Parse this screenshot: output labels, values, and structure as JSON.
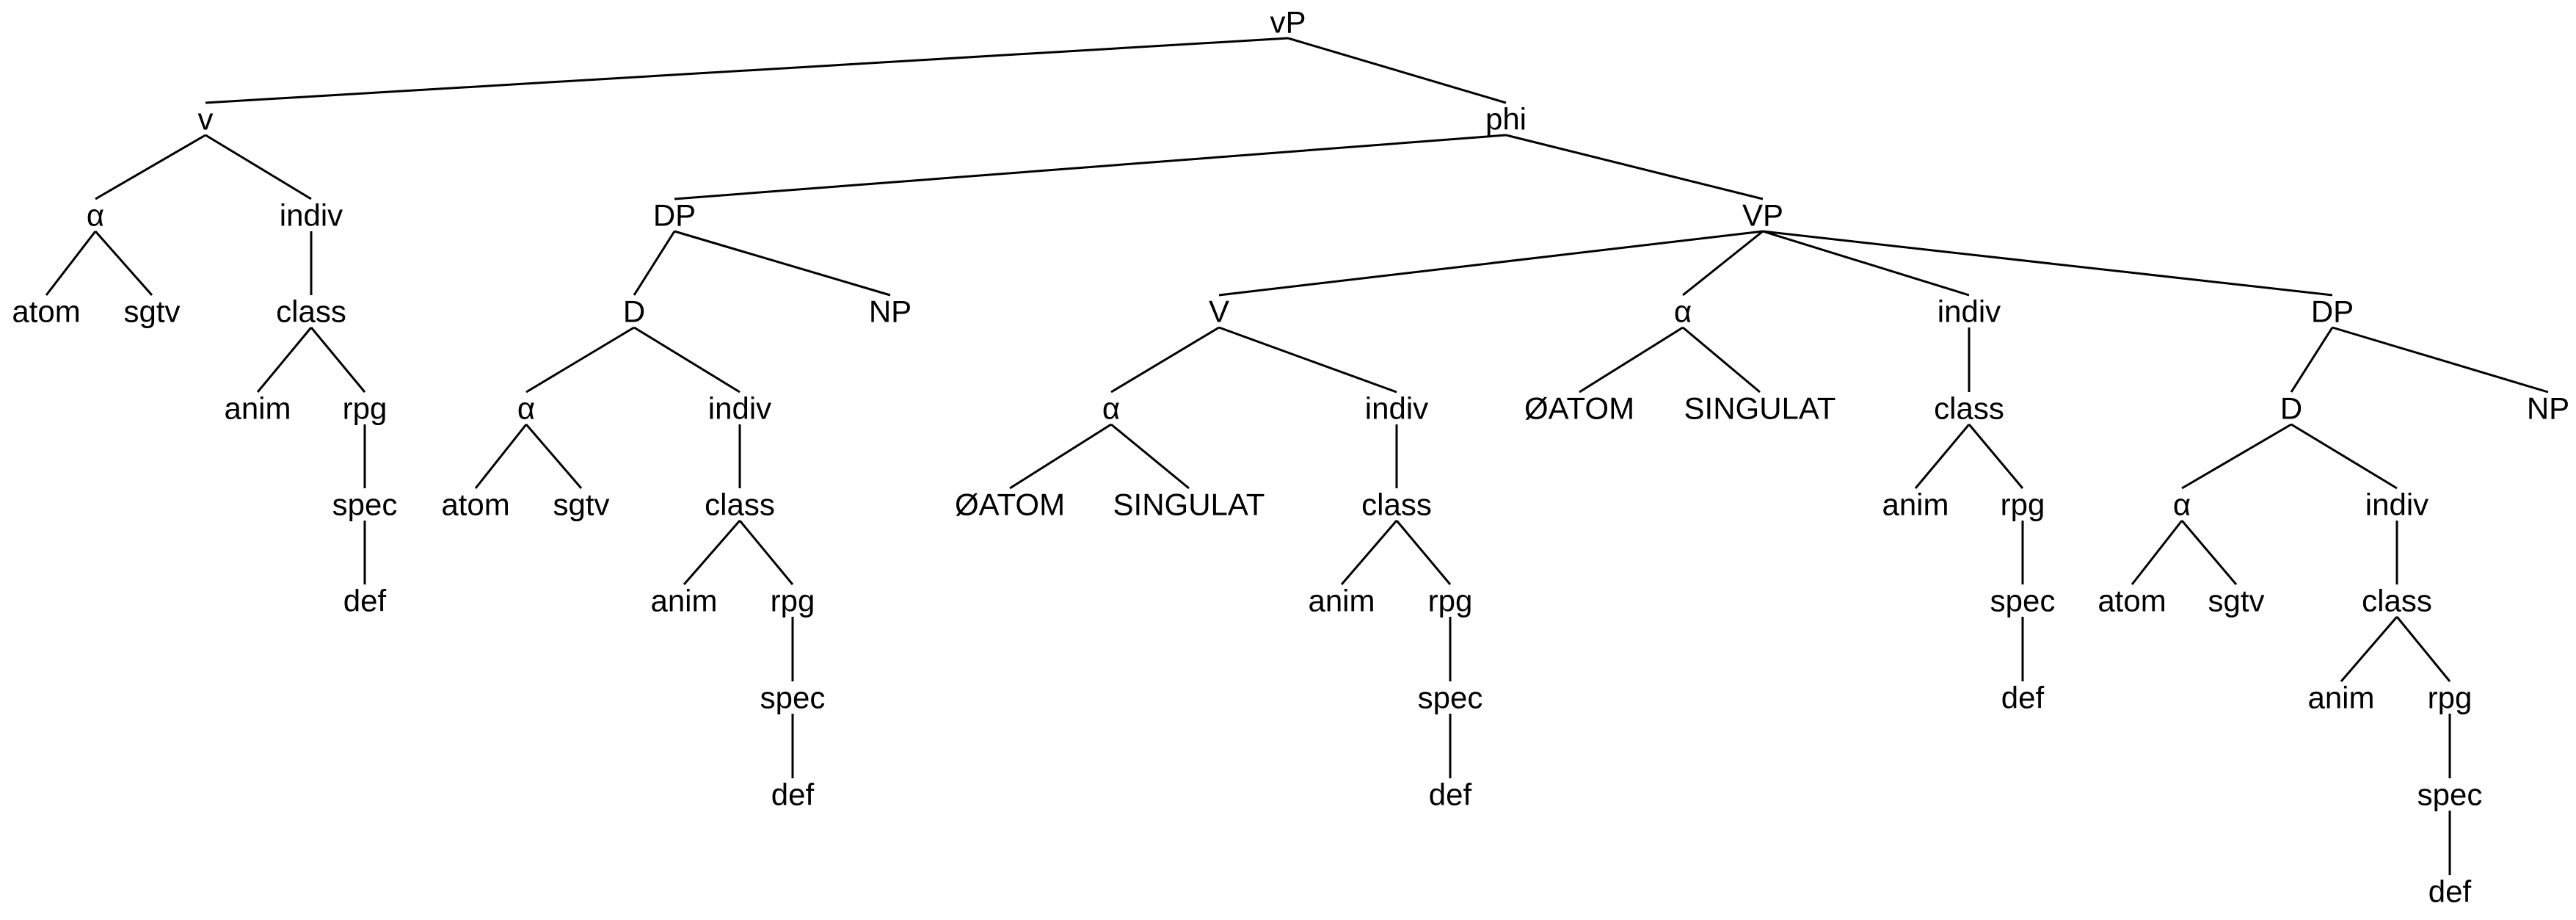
{
  "diagram": {
    "type": "syntax-tree",
    "colors": {
      "line": "#000000",
      "text": "#000000",
      "background": "#ffffff"
    },
    "tree": {
      "id": "vP",
      "label": "vP",
      "children": [
        {
          "id": "v",
          "label": "v",
          "children": [
            {
              "id": "v-alpha",
              "label": "α",
              "children": [
                {
                  "id": "v-alpha-atom",
                  "label": "atom",
                  "children": []
                },
                {
                  "id": "v-alpha-sgtv",
                  "label": "sgtv",
                  "children": []
                }
              ]
            },
            {
              "id": "v-indiv",
              "label": "indiv",
              "children": [
                {
                  "id": "v-class",
                  "label": "class",
                  "children": [
                    {
                      "id": "v-anim",
                      "label": "anim",
                      "children": []
                    },
                    {
                      "id": "v-rpg",
                      "label": "rpg",
                      "children": [
                        {
                          "id": "v-spec",
                          "label": "spec",
                          "children": [
                            {
                              "id": "v-def",
                              "label": "def",
                              "children": []
                            }
                          ]
                        }
                      ]
                    }
                  ]
                }
              ]
            }
          ]
        },
        {
          "id": "phi",
          "label": "phi",
          "children": [
            {
              "id": "dp1",
              "label": "DP",
              "children": [
                {
                  "id": "dp1-D",
                  "label": "D",
                  "children": [
                    {
                      "id": "dp1-alpha",
                      "label": "α",
                      "children": [
                        {
                          "id": "dp1-atom",
                          "label": "atom",
                          "children": []
                        },
                        {
                          "id": "dp1-sgtv",
                          "label": "sgtv",
                          "children": []
                        }
                      ]
                    },
                    {
                      "id": "dp1-indiv",
                      "label": "indiv",
                      "children": [
                        {
                          "id": "dp1-class",
                          "label": "class",
                          "children": [
                            {
                              "id": "dp1-anim",
                              "label": "anim",
                              "children": []
                            },
                            {
                              "id": "dp1-rpg",
                              "label": "rpg",
                              "children": [
                                {
                                  "id": "dp1-spec",
                                  "label": "spec",
                                  "children": [
                                    {
                                      "id": "dp1-def",
                                      "label": "def",
                                      "children": []
                                    }
                                  ]
                                }
                              ]
                            }
                          ]
                        }
                      ]
                    }
                  ]
                },
                {
                  "id": "dp1-NP",
                  "label": "NP",
                  "children": []
                }
              ]
            },
            {
              "id": "VP",
              "label": "VP",
              "children": [
                {
                  "id": "V",
                  "label": "V",
                  "children": [
                    {
                      "id": "V-alpha",
                      "label": "α",
                      "children": [
                        {
                          "id": "V-oatom",
                          "label": "ØATOM",
                          "children": []
                        },
                        {
                          "id": "V-singulat",
                          "label": "SINGULAT",
                          "children": []
                        }
                      ]
                    },
                    {
                      "id": "V-indiv",
                      "label": "indiv",
                      "children": [
                        {
                          "id": "V-class",
                          "label": "class",
                          "children": [
                            {
                              "id": "V-anim",
                              "label": "anim",
                              "children": []
                            },
                            {
                              "id": "V-rpg",
                              "label": "rpg",
                              "children": [
                                {
                                  "id": "V-spec",
                                  "label": "spec",
                                  "children": [
                                    {
                                      "id": "V-def",
                                      "label": "def",
                                      "children": []
                                    }
                                  ]
                                }
                              ]
                            }
                          ]
                        }
                      ]
                    }
                  ]
                },
                {
                  "id": "VP-alpha",
                  "label": "α",
                  "children": [
                    {
                      "id": "VP-oatom",
                      "label": "ØATOM",
                      "children": []
                    },
                    {
                      "id": "VP-singulat",
                      "label": "SINGULAT",
                      "children": []
                    }
                  ]
                },
                {
                  "id": "VP-indiv",
                  "label": "indiv",
                  "children": [
                    {
                      "id": "VP-class",
                      "label": "class",
                      "children": [
                        {
                          "id": "VP-anim",
                          "label": "anim",
                          "children": []
                        },
                        {
                          "id": "VP-rpg",
                          "label": "rpg",
                          "children": [
                            {
                              "id": "VP-spec",
                              "label": "spec",
                              "children": [
                                {
                                  "id": "VP-def",
                                  "label": "def",
                                  "children": []
                                }
                              ]
                            }
                          ]
                        }
                      ]
                    }
                  ]
                },
                {
                  "id": "dp2",
                  "label": "DP",
                  "children": [
                    {
                      "id": "dp2-D",
                      "label": "D",
                      "children": [
                        {
                          "id": "dp2-alpha",
                          "label": "α",
                          "children": [
                            {
                              "id": "dp2-atom",
                              "label": "atom",
                              "children": []
                            },
                            {
                              "id": "dp2-sgtv",
                              "label": "sgtv",
                              "children": []
                            }
                          ]
                        },
                        {
                          "id": "dp2-indiv",
                          "label": "indiv",
                          "children": [
                            {
                              "id": "dp2-class",
                              "label": "class",
                              "children": [
                                {
                                  "id": "dp2-anim",
                                  "label": "anim",
                                  "children": []
                                },
                                {
                                  "id": "dp2-rpg",
                                  "label": "rpg",
                                  "children": [
                                    {
                                      "id": "dp2-spec",
                                      "label": "spec",
                                      "children": [
                                        {
                                          "id": "dp2-def",
                                          "label": "def",
                                          "children": []
                                        }
                                      ]
                                    }
                                  ]
                                }
                              ]
                            }
                          ]
                        }
                      ]
                    },
                    {
                      "id": "dp2-NP",
                      "label": "NP",
                      "children": []
                    }
                  ]
                }
              ]
            }
          ]
        }
      ]
    }
  }
}
